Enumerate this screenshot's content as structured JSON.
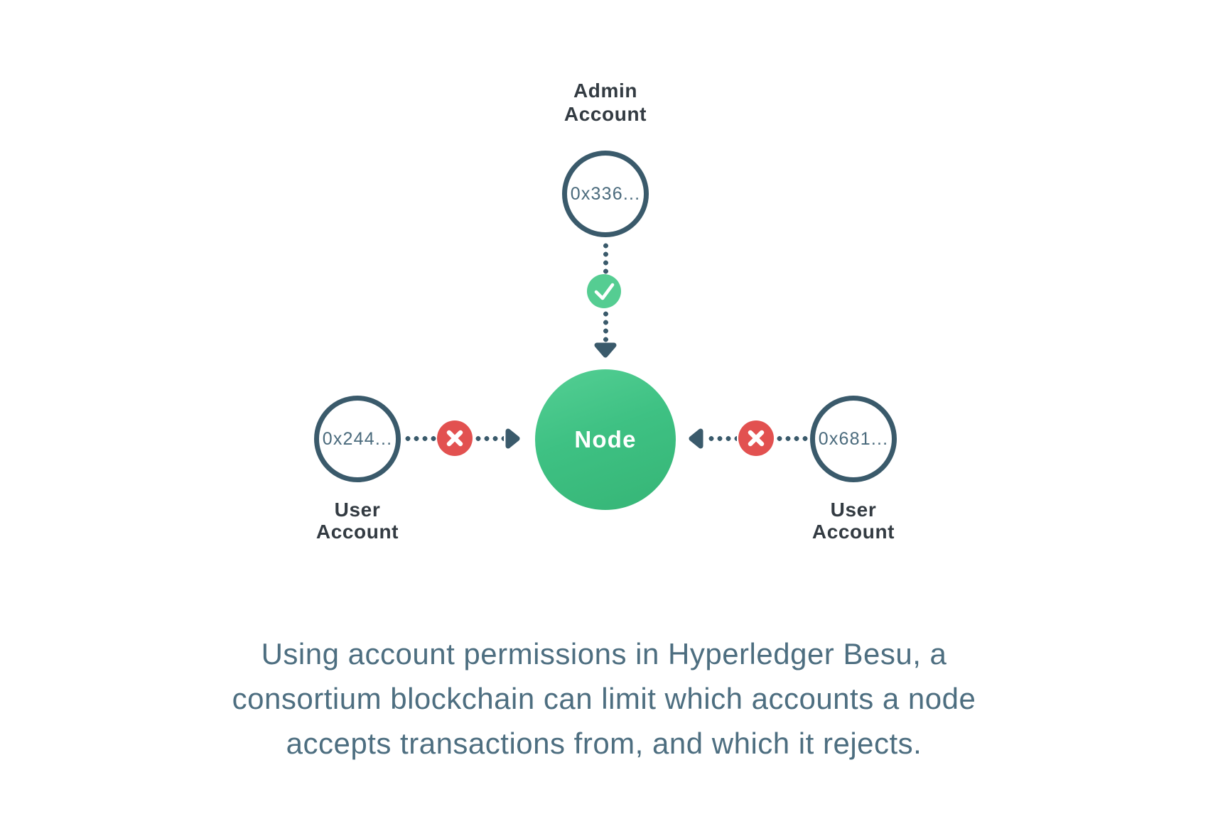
{
  "diagram": {
    "admin": {
      "title_lines": [
        "Admin",
        "Account"
      ],
      "address": "0x336..."
    },
    "node": {
      "label": "Node"
    },
    "left_user": {
      "title_lines": [
        "User",
        "Account"
      ],
      "address": "0x244..."
    },
    "right_user": {
      "title_lines": [
        "User",
        "Account"
      ],
      "address": "0x681..."
    },
    "icons": {
      "allow": "check-icon",
      "deny": "cross-icon",
      "flow_down": "arrow-down-icon",
      "flow_right": "arrow-right-icon",
      "flow_left": "arrow-left-icon"
    },
    "colors": {
      "slate": "#3a5a6b",
      "title_text": "#333b42",
      "address_text": "#4a6a7c",
      "check_green": "#55cd92",
      "node_green_start": "#54cf94",
      "node_green_end": "#36b576",
      "deny_red": "#e25150",
      "caption_text": "#4d6e80",
      "background": "#ffffff"
    }
  },
  "caption": {
    "lines": [
      "Using account permissions in Hyperledger Besu, a",
      "consortium blockchain can limit which accounts a node",
      "accepts transactions from, and which it rejects."
    ]
  }
}
